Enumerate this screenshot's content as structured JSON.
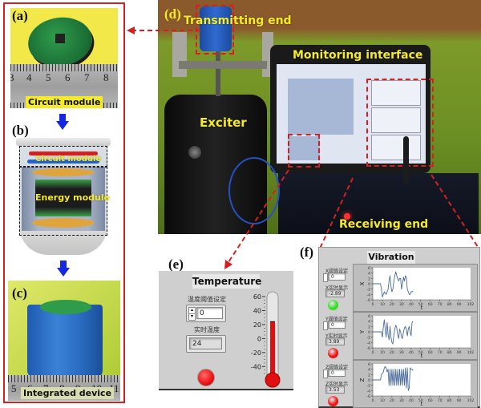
{
  "figure": {
    "panels": {
      "a": {
        "label": "(a)",
        "caption": "Circuit module",
        "ruler_numbers": [
          "3",
          "4",
          "5",
          "6",
          "7",
          "8"
        ]
      },
      "b": {
        "label": "(b)",
        "module_labels": {
          "circuit": "Circuit module",
          "energy": "Energy module"
        }
      },
      "c": {
        "label": "(c)",
        "caption": "Integrated device",
        "ruler_numbers": [
          "5",
          "6",
          "7",
          "8",
          "9",
          "10",
          "11"
        ]
      },
      "d": {
        "label": "(d)",
        "annotations": {
          "transmitting": "Transmitting end",
          "monitoring": "Monitoring interface",
          "exciter": "Exciter",
          "receiving": "Receiving end"
        }
      },
      "e": {
        "label": "(e)",
        "title": "Temperature",
        "threshold_label": "温度阈值设定",
        "threshold_value": "0",
        "realtime_label": "实时温度",
        "realtime_value": "24",
        "indicator_color": "#ee1111",
        "thermometer": {
          "ticks": [
            "60",
            "40",
            "20",
            "0",
            "-20",
            "-40"
          ],
          "min": -50,
          "max": 60,
          "value": 24
        }
      },
      "f": {
        "label": "(f)",
        "title": "Vibration",
        "channels": [
          {
            "axis": "X",
            "threshold_label": "X阈值设定",
            "threshold_value": "0",
            "realtime_label": "X实时显示",
            "realtime_value": "-2.89",
            "indicator_color": "#33dd22"
          },
          {
            "axis": "Y",
            "threshold_label": "Y阈值设定",
            "threshold_value": "0",
            "realtime_label": "Y实时显示",
            "realtime_value": "3.89",
            "indicator_color": "#ee1111"
          },
          {
            "axis": "Z",
            "threshold_label": "Z阈值设定",
            "threshold_value": "0",
            "realtime_label": "Z实时显示",
            "realtime_value": "3.53",
            "indicator_color": "#ee1111"
          }
        ]
      }
    },
    "colors": {
      "accent_red": "#d42020",
      "caption_yellow": "#f5ea28",
      "arrow_blue": "#1428e0",
      "panel_gray": "#cfcfcf"
    }
  },
  "chart_data": [
    {
      "type": "line",
      "title": "X",
      "xlabel": "t",
      "ylabel": "X",
      "xlim": [
        0,
        102
      ],
      "ylim": [
        -6,
        6
      ],
      "x_ticks": [
        "0",
        "10",
        "20",
        "30",
        "40",
        "50",
        "60",
        "70",
        "80",
        "90",
        "102"
      ],
      "y_ticks": [
        "6",
        "4",
        "2",
        "0",
        "-2",
        "-4",
        "-6"
      ],
      "x": [
        0,
        8,
        9,
        10,
        11,
        12,
        13,
        14,
        15,
        16,
        17,
        18,
        19,
        20,
        21,
        22,
        23,
        24,
        25,
        26,
        27,
        28,
        29,
        30,
        31,
        32,
        33,
        34,
        35,
        36,
        37,
        38,
        39,
        40,
        41,
        42
      ],
      "values": [
        0,
        0,
        -2,
        -5,
        -4,
        -3,
        -3.5,
        -4,
        -3,
        -2,
        1,
        3,
        -1,
        -3,
        -2,
        1,
        3,
        4.5,
        3,
        2,
        1,
        2,
        2,
        -2,
        0,
        2.5,
        1,
        3,
        2.5,
        -2,
        -3,
        -4,
        -4,
        -3,
        -3,
        -2.8
      ]
    },
    {
      "type": "line",
      "title": "Y",
      "xlabel": "t",
      "ylabel": "Y",
      "xlim": [
        0,
        102
      ],
      "ylim": [
        -6,
        6
      ],
      "x_ticks": [
        "0",
        "10",
        "20",
        "30",
        "40",
        "50",
        "60",
        "70",
        "80",
        "90",
        "102"
      ],
      "y_ticks": [
        "6",
        "4",
        "2",
        "0",
        "-2",
        "-4",
        "-6"
      ],
      "x": [
        0,
        9,
        10,
        11,
        12,
        13,
        14,
        15,
        16,
        17,
        18,
        19,
        20,
        21,
        22,
        23,
        24,
        25,
        26,
        27,
        28,
        29,
        30,
        31,
        32,
        33,
        34,
        35,
        36,
        37,
        38,
        39,
        40,
        41,
        42
      ],
      "values": [
        0,
        0,
        -2,
        2,
        4.5,
        1,
        -2,
        3.5,
        -1,
        -3,
        2,
        -2,
        -4,
        -4.5,
        -1,
        1,
        2.5,
        1.5,
        -1,
        -2.5,
        1,
        0,
        -2,
        -2.5,
        0,
        1.5,
        2,
        1,
        -1.5,
        1,
        2,
        0,
        -1.5,
        3.5,
        4
      ]
    },
    {
      "type": "line",
      "title": "Z",
      "xlabel": "t",
      "ylabel": "Z",
      "xlim": [
        0,
        102
      ],
      "ylim": [
        -6,
        6
      ],
      "x_ticks": [
        "0",
        "10",
        "20",
        "30",
        "40",
        "50",
        "60",
        "70",
        "80",
        "90",
        "102"
      ],
      "y_ticks": [
        "6",
        "4",
        "2",
        "0",
        "-2",
        "-4",
        "-6"
      ],
      "x": [
        0,
        8,
        9,
        10,
        11,
        12,
        13,
        14,
        15,
        16,
        17,
        18,
        19,
        20,
        21,
        22,
        23,
        24,
        25,
        26,
        27,
        28,
        29,
        30,
        31,
        32,
        33,
        34,
        35,
        36,
        37,
        38,
        39,
        40,
        41,
        42
      ],
      "values": [
        0,
        0,
        2,
        2.5,
        3,
        4.5,
        5,
        4.5,
        3,
        4,
        -2,
        4,
        -2,
        4,
        -2,
        4,
        -2,
        4,
        -2,
        4,
        -2,
        4,
        -2,
        4,
        -2,
        4,
        -2,
        4.5,
        -3,
        4.5,
        -4,
        -3,
        4.5,
        4,
        4,
        3.5
      ]
    }
  ]
}
